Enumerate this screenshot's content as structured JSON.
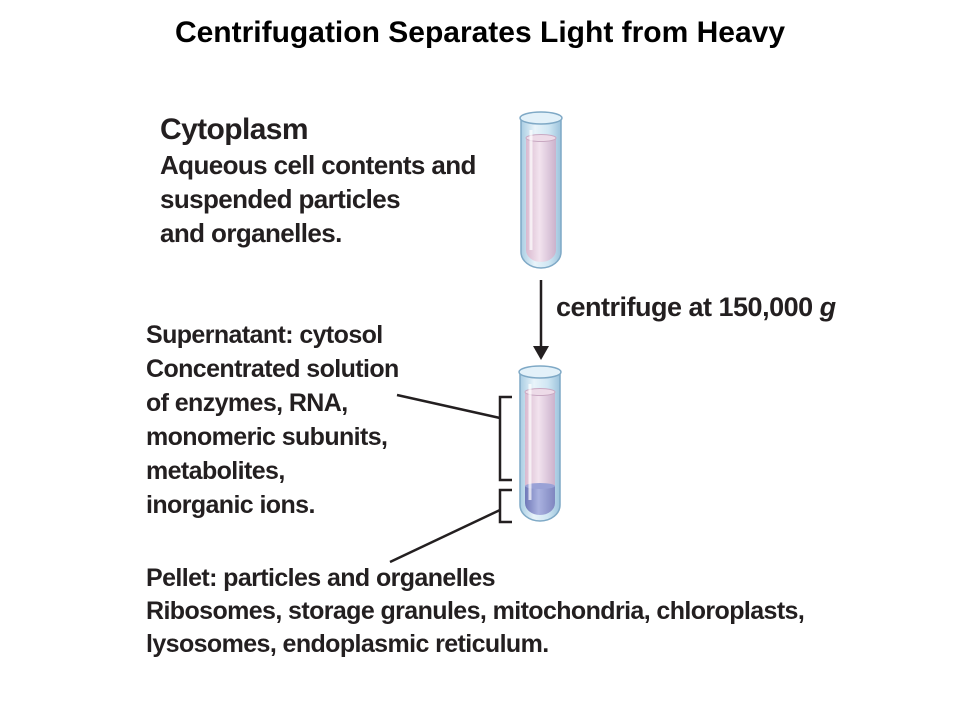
{
  "title": "Centrifugation Separates Light from Heavy",
  "cytoplasm": {
    "heading": "Cytoplasm",
    "lines": [
      "Aqueous cell contents and",
      "suspended particles",
      "and organelles."
    ]
  },
  "centrifuge": {
    "label": "centrifuge at 150,000",
    "unit": "g"
  },
  "supernatant": {
    "heading": "Supernatant: cytosol",
    "lines": [
      "Concentrated solution",
      "of enzymes, RNA,",
      "monomeric subunits,",
      "metabolites,",
      "inorganic ions."
    ]
  },
  "pellet": {
    "heading": "Pellet: particles and organelles",
    "lines": [
      "Ribosomes, storage granules, mitochondria, chloroplasts,",
      "lysosomes, endoplasmic reticulum."
    ]
  },
  "colors": {
    "text": "#231f20",
    "tube_glass": "#cfe6f3",
    "cytosol_fill": "#e6cfe0",
    "pellet_fill": "#8d96cc"
  }
}
